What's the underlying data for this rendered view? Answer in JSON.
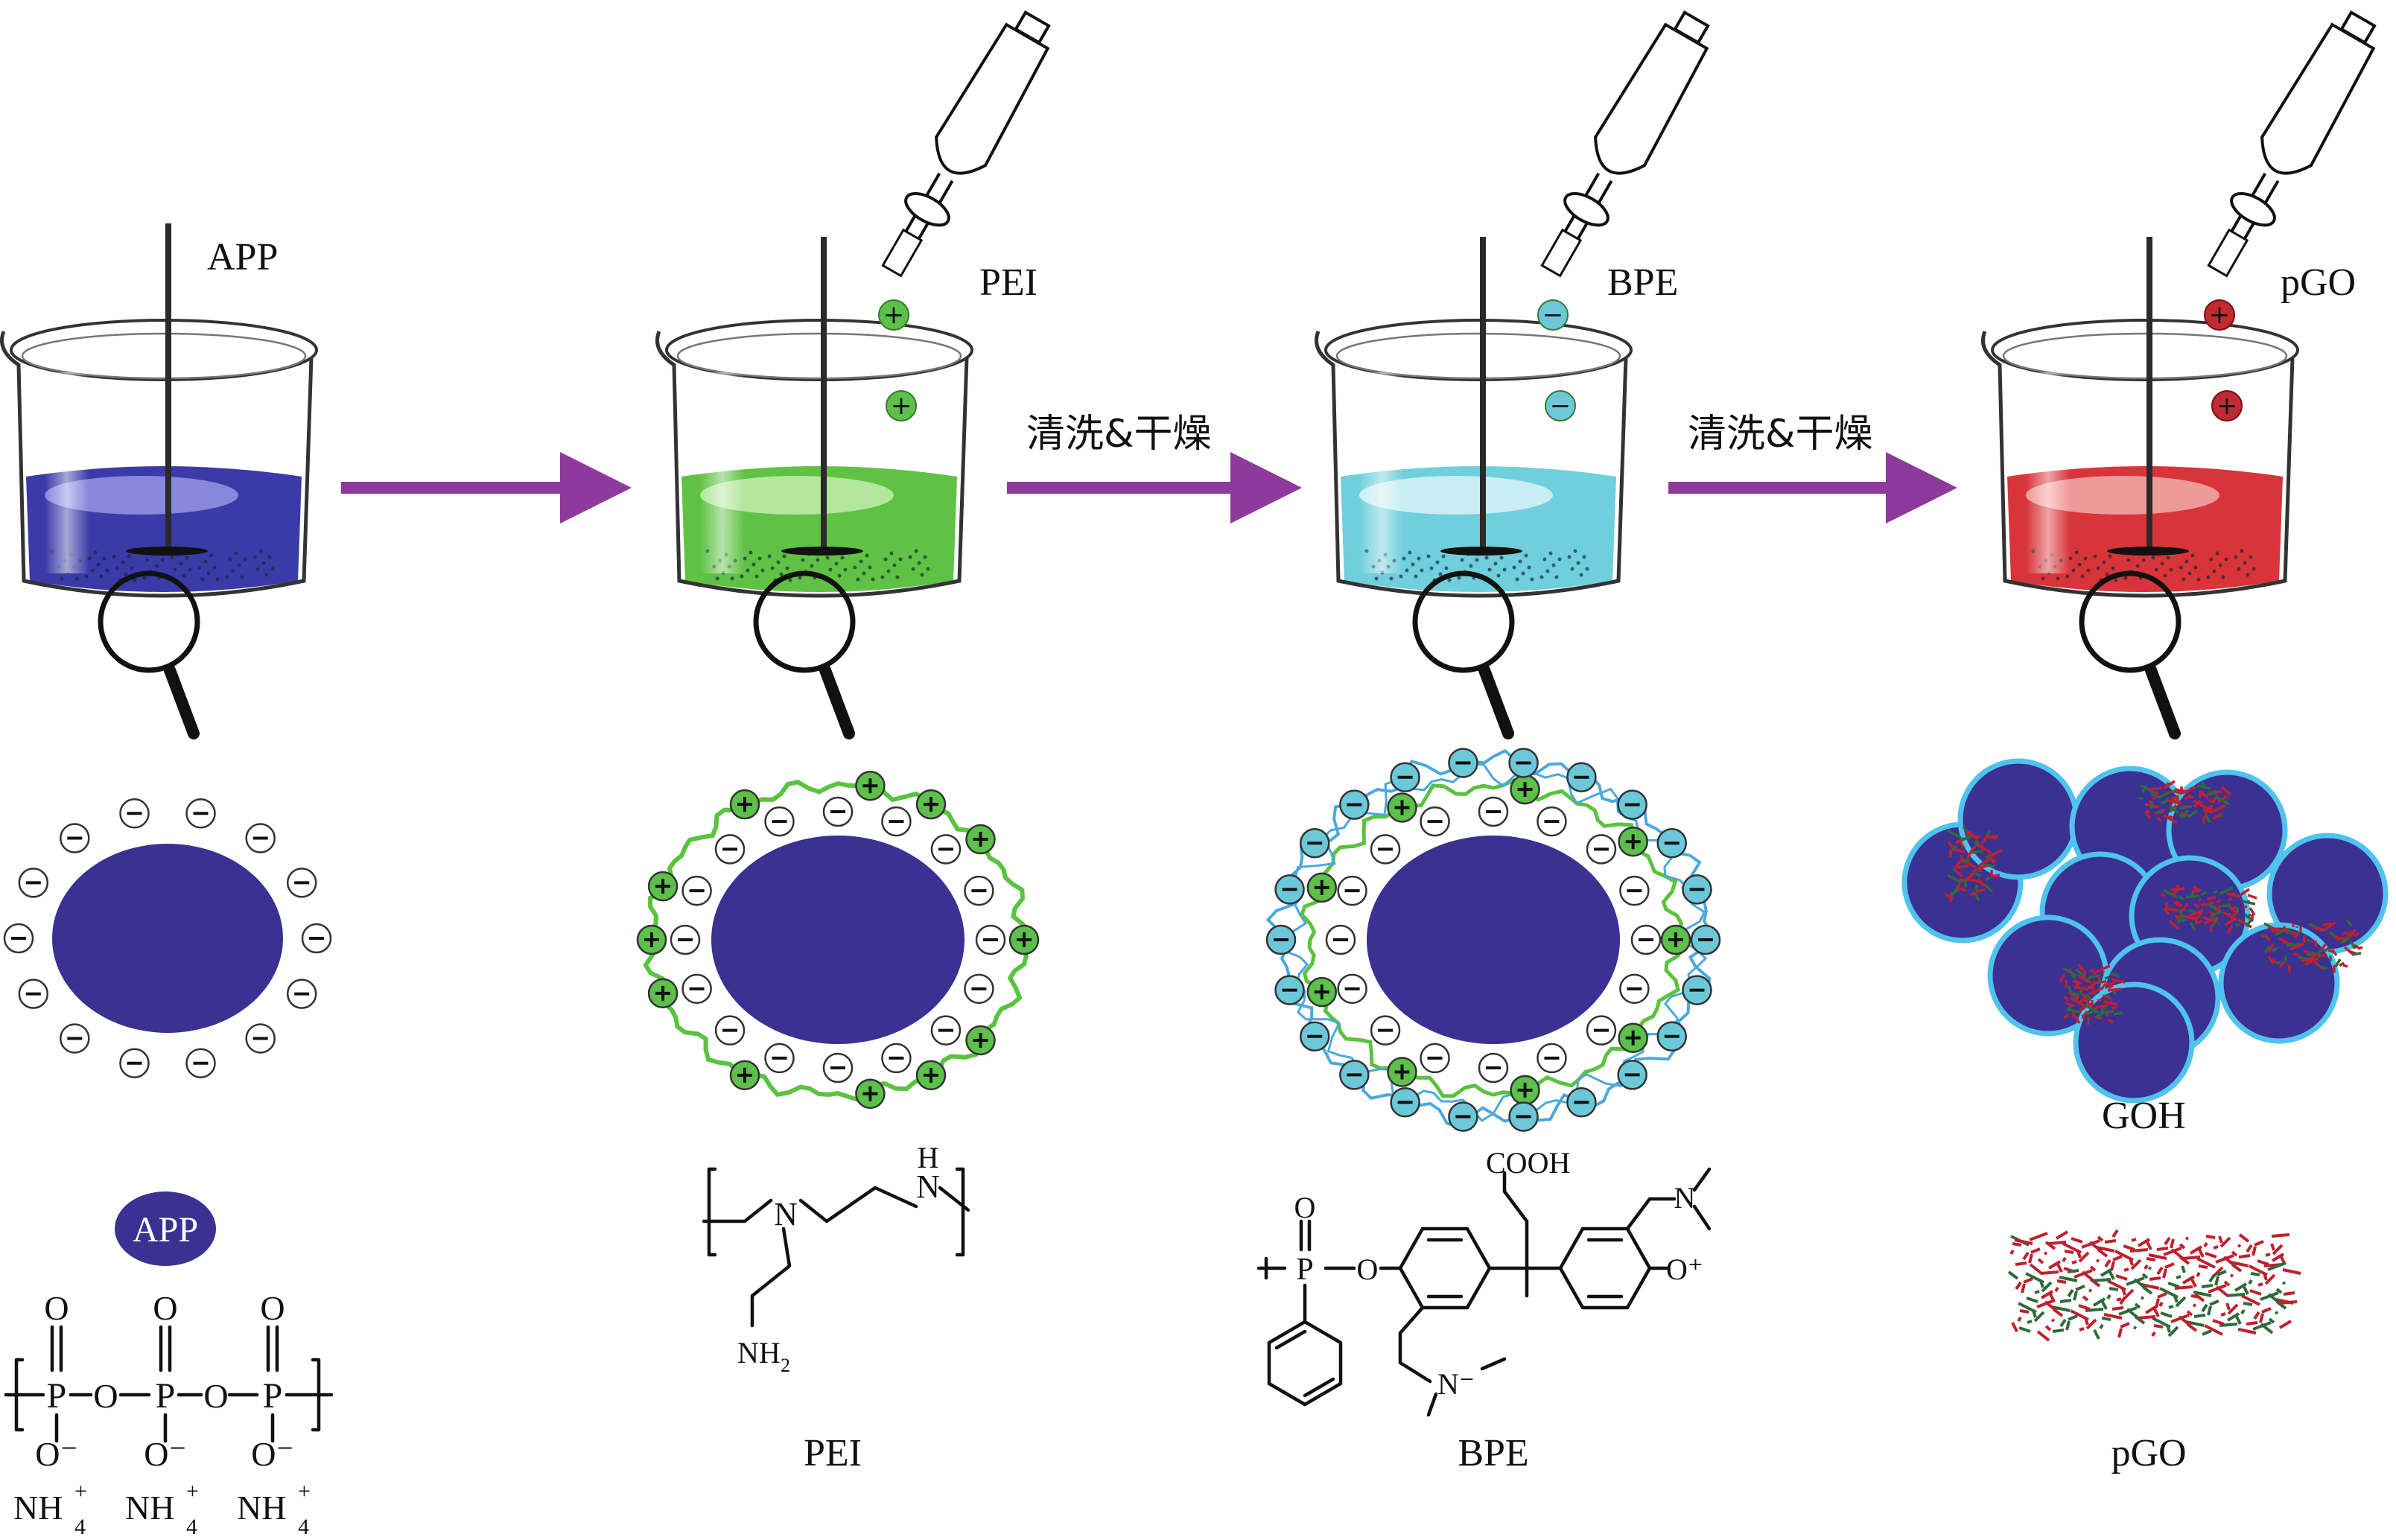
{
  "beakers": [
    {
      "label": "APP",
      "liquid": "#3a3aa8",
      "liquid_light": "#9090e0"
    },
    {
      "label": "PEI",
      "liquid": "#5fc244",
      "liquid_light": "#bdeaa8",
      "ion": "+",
      "ion_color": "#5cc04a"
    },
    {
      "label": "BPE",
      "liquid": "#6fcfdc",
      "liquid_light": "#d2f1f5",
      "ion": "−",
      "ion_color": "#6cc8d8"
    },
    {
      "label": "pGO",
      "liquid": "#d9343a",
      "liquid_light": "#f2a4a4",
      "ion": "+",
      "ion_color": "#c22a32"
    }
  ],
  "steps": [
    {
      "label": ""
    },
    {
      "label": "清洗&干燥"
    },
    {
      "label": "清洗&干燥"
    }
  ],
  "colors": {
    "arrow": "#8e3a9c",
    "core": "#3b3192",
    "pei_chain": "#59c33f",
    "bpe_chain": "#4aa8de",
    "pgo_red": "#c0202e",
    "pgo_green": "#2e6b3a"
  },
  "particles": {
    "app_badge": "APP",
    "goh_label": "GOH"
  },
  "structures": {
    "app": {
      "o": "O",
      "p": "P",
      "o_minus": "O⁻",
      "nh4": "NH",
      "sub": "4",
      "sup": "+"
    },
    "pei": {
      "caption": "PEI",
      "n": "N",
      "h": "H",
      "nh2": "NH",
      "sub": "2"
    },
    "bpe": {
      "caption": "BPE",
      "cooh": "COOH",
      "o": "O",
      "p": "P",
      "n_minus": "N⁻",
      "o_plus": "O⁺",
      "n": "N"
    },
    "pgo": {
      "caption": "pGO"
    }
  }
}
